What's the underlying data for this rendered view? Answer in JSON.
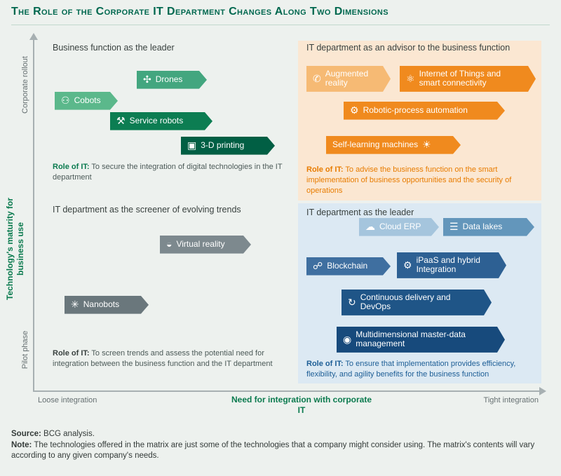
{
  "title": "The Role of the Corporate IT Department Changes Along Two Dimensions",
  "axes": {
    "y_title": "Technology's maturity for business use",
    "y_top_label": "Corporate rollout",
    "y_bottom_label": "Pilot phase",
    "x_left_label": "Loose integration",
    "x_center_label": "Need for integration with corporate IT",
    "x_right_label": "Tight integration"
  },
  "quadrants": {
    "top_left": {
      "header": "Business function as the leader",
      "tags": [
        {
          "label": "Drones",
          "icon": "drone-icon"
        },
        {
          "label": "Cobots",
          "icon": "cobot-icon"
        },
        {
          "label": "Service robots",
          "icon": "robot-arm-icon"
        },
        {
          "label": "3-D printing",
          "icon": "printer-3d-icon"
        }
      ],
      "role_label": "Role of IT:",
      "role_text": "To secure the integration of digital technologies in the IT department"
    },
    "top_right": {
      "header": "IT department as an advisor to the business function",
      "tags": [
        {
          "label": "Augmented reality",
          "icon": "augmented-reality-icon"
        },
        {
          "label": "Internet of Things and smart connectivity",
          "icon": "iot-icon"
        },
        {
          "label": "Robotic-process automation",
          "icon": "rpa-icon"
        },
        {
          "label": "Self-learning machines",
          "icon": "self-learning-icon"
        }
      ],
      "role_label": "Role of IT:",
      "role_text": "To advise the business function on the smart implementation of business opportunities and the security of operations"
    },
    "bottom_left": {
      "header": "IT department as the screener of evolving trends",
      "tags": [
        {
          "label": "Virtual reality",
          "icon": "vr-headset-icon"
        },
        {
          "label": "Nanobots",
          "icon": "nanobot-icon"
        }
      ],
      "role_label": "Role of IT:",
      "role_text": "To screen trends and assess the potential need for integration between the business function and the IT department"
    },
    "bottom_right": {
      "header": "IT department as the leader",
      "tags": [
        {
          "label": "Cloud ERP",
          "icon": "cloud-icon"
        },
        {
          "label": "Data lakes",
          "icon": "data-lakes-icon"
        },
        {
          "label": "Blockchain",
          "icon": "blockchain-icon"
        },
        {
          "label": "iPaaS and hybrid Integration",
          "icon": "ipaas-icon"
        },
        {
          "label": "Continuous delivery and DevOps",
          "icon": "devops-icon"
        },
        {
          "label": "Multidimensional master-data management",
          "icon": "master-data-icon"
        }
      ],
      "role_label": "Role of IT:",
      "role_text": "To ensure that implementation provides efficiency, flexibility, and agility benefits for the business function"
    }
  },
  "footer": {
    "source_label": "Source:",
    "source_text": "BCG analysis.",
    "note_label": "Note:",
    "note_text": "The technologies offered in the matrix are just some of the technologies that a company might consider using. The matrix's contents will vary according to any given company's needs."
  },
  "palette": {
    "background": "#edf1ee",
    "title_green": "#00684f",
    "axis_green": "#0a7a4e",
    "axis_gray": "#a7b0b2",
    "quad_top_right_bg": "#fbe7d2",
    "quad_bottom_right_bg": "#dce9f3",
    "green_light": "#5bb88b",
    "green_mid": "#43a67f",
    "green_dark": "#0c7d52",
    "green_darkest": "#015f44",
    "orange_light": "#f6ba74",
    "orange": "#f08a1e",
    "gray_tag": "#7d898e",
    "gray_tag_dark": "#6a777c",
    "blue_light": "#a5c5dd",
    "blue_mid": "#6396bb",
    "blue": "#3f6fa0",
    "blue_dark": "#2d6093",
    "blue_darker": "#1f5587",
    "blue_darkest": "#174a7c",
    "role_orange": "#e87c00",
    "role_blue": "#1d5e96"
  },
  "icons": {
    "drone-icon": "✣",
    "cobot-icon": "⚇",
    "robot-arm-icon": "⚒",
    "printer-3d-icon": "▣",
    "augmented-reality-icon": "✆",
    "iot-icon": "⚛",
    "rpa-icon": "⚙",
    "self-learning-icon": "☀",
    "vr-headset-icon": "◒",
    "nanobot-icon": "✳",
    "cloud-icon": "☁",
    "data-lakes-icon": "☰",
    "blockchain-icon": "☍",
    "ipaas-icon": "⚙",
    "devops-icon": "↻",
    "master-data-icon": "◉"
  }
}
